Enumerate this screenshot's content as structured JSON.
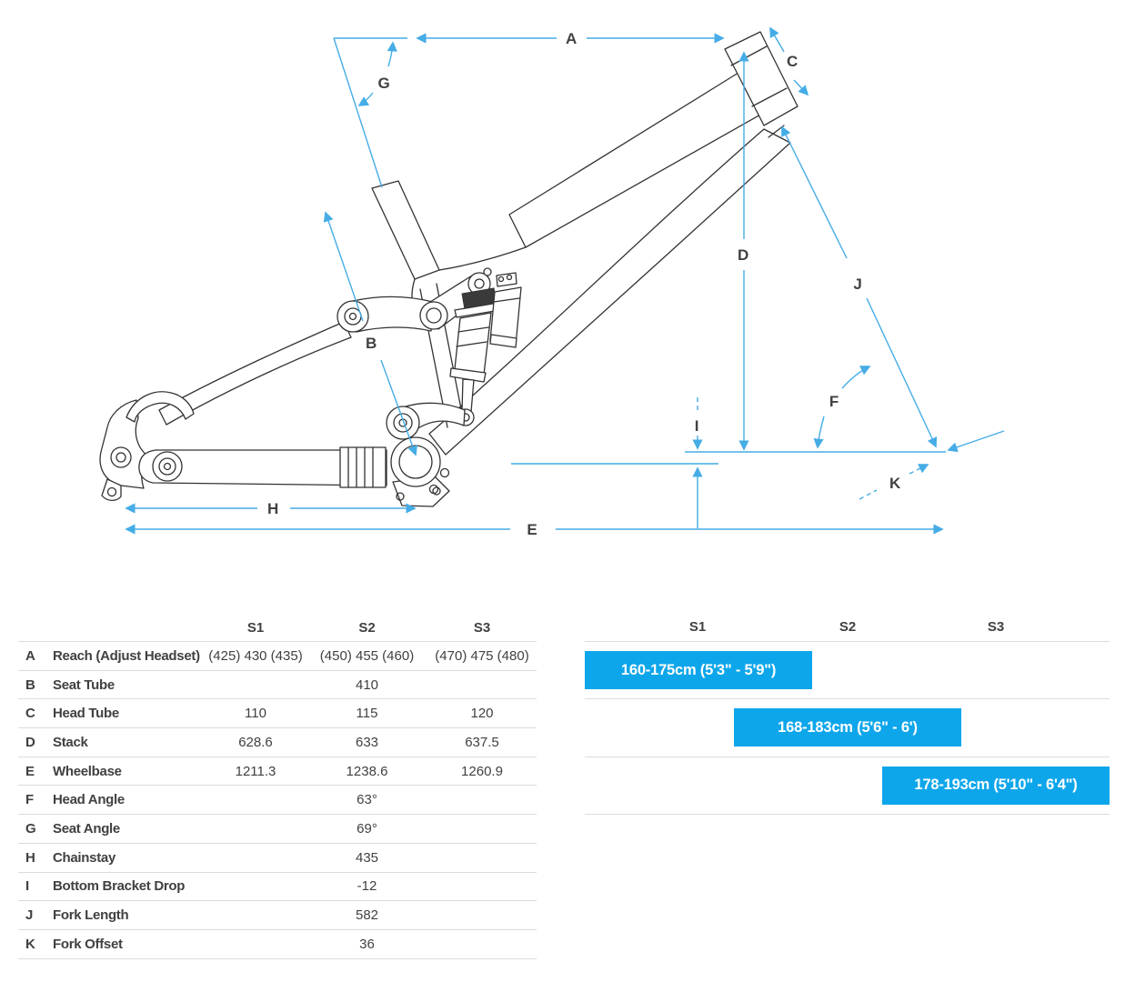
{
  "diagram": {
    "labels": {
      "A": "A",
      "B": "B",
      "C": "C",
      "D": "D",
      "E": "E",
      "F": "F",
      "G": "G",
      "H": "H",
      "I": "I",
      "J": "J",
      "K": "K"
    }
  },
  "geometry_table": {
    "header": {
      "s1": "S1",
      "s2": "S2",
      "s3": "S3"
    },
    "rows": [
      {
        "letter": "A",
        "label": "Reach (Adjust Headset)",
        "s1": "(425) 430 (435)",
        "s2": "(450) 455 (460)",
        "s3": "(470) 475 (480)"
      },
      {
        "letter": "B",
        "label": "Seat Tube",
        "s1": "",
        "s2": "410",
        "s3": ""
      },
      {
        "letter": "C",
        "label": "Head Tube",
        "s1": "110",
        "s2": "115",
        "s3": "120"
      },
      {
        "letter": "D",
        "label": "Stack",
        "s1": "628.6",
        "s2": "633",
        "s3": "637.5"
      },
      {
        "letter": "E",
        "label": "Wheelbase",
        "s1": "1211.3",
        "s2": "1238.6",
        "s3": "1260.9"
      },
      {
        "letter": "F",
        "label": "Head Angle",
        "s1": "",
        "s2": "63°",
        "s3": ""
      },
      {
        "letter": "G",
        "label": "Seat Angle",
        "s1": "",
        "s2": "69°",
        "s3": ""
      },
      {
        "letter": "H",
        "label": "Chainstay",
        "s1": "",
        "s2": "435",
        "s3": ""
      },
      {
        "letter": "I",
        "label": "Bottom Bracket Drop",
        "s1": "",
        "s2": "-12",
        "s3": ""
      },
      {
        "letter": "J",
        "label": "Fork Length",
        "s1": "",
        "s2": "582",
        "s3": ""
      },
      {
        "letter": "K",
        "label": "Fork Offset",
        "s1": "",
        "s2": "36",
        "s3": ""
      }
    ]
  },
  "size_chart": {
    "header": {
      "s1": "S1",
      "s2": "S2",
      "s3": "S3"
    },
    "bars": [
      {
        "size": "S1",
        "range": "160-175cm (5'3\" - 5'9\")"
      },
      {
        "size": "S2",
        "range": "168-183cm (5'6\" - 6')"
      },
      {
        "size": "S3",
        "range": "178-193cm (5'10\" - 6'4\")"
      }
    ]
  },
  "colors": {
    "accent_blue": "#45ace6",
    "bar_blue": "#0ea6ea",
    "text_dark": "#414042",
    "separator": "#dcdcdc",
    "frame_line": "#333333"
  }
}
